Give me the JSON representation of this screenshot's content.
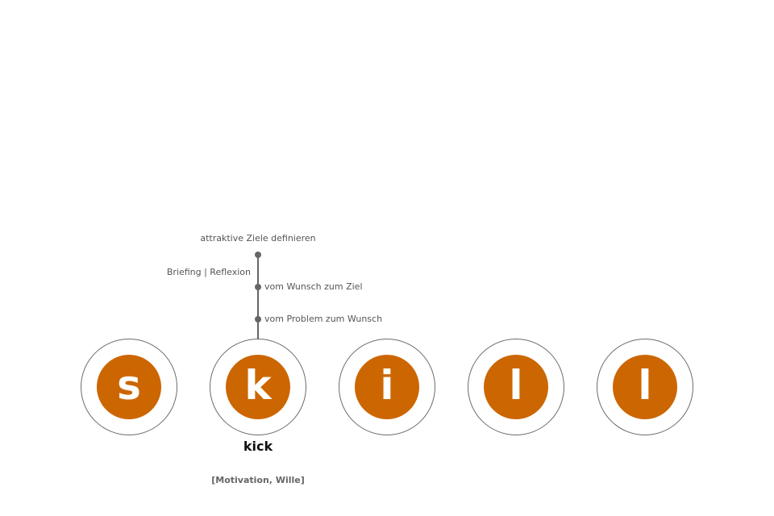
{
  "timeline": {
    "top_label": "attraktive Ziele definieren",
    "left_label": "Briefing | Reflexion",
    "mid_label": "vom Wunsch zum Ziel",
    "low_label": "vom Problem zum Wunsch"
  },
  "circles": [
    {
      "letter": "s"
    },
    {
      "letter": "k"
    },
    {
      "letter": "i"
    },
    {
      "letter": "l"
    },
    {
      "letter": "l"
    }
  ],
  "selected": {
    "word": "kick",
    "note": "[Motivation, Wille]"
  },
  "colors": {
    "accent": "#cc6600",
    "outline": "#6b6b6b",
    "line": "#666666",
    "text": "#555555"
  },
  "icons": {
    "timeline_node": "dot-icon"
  }
}
